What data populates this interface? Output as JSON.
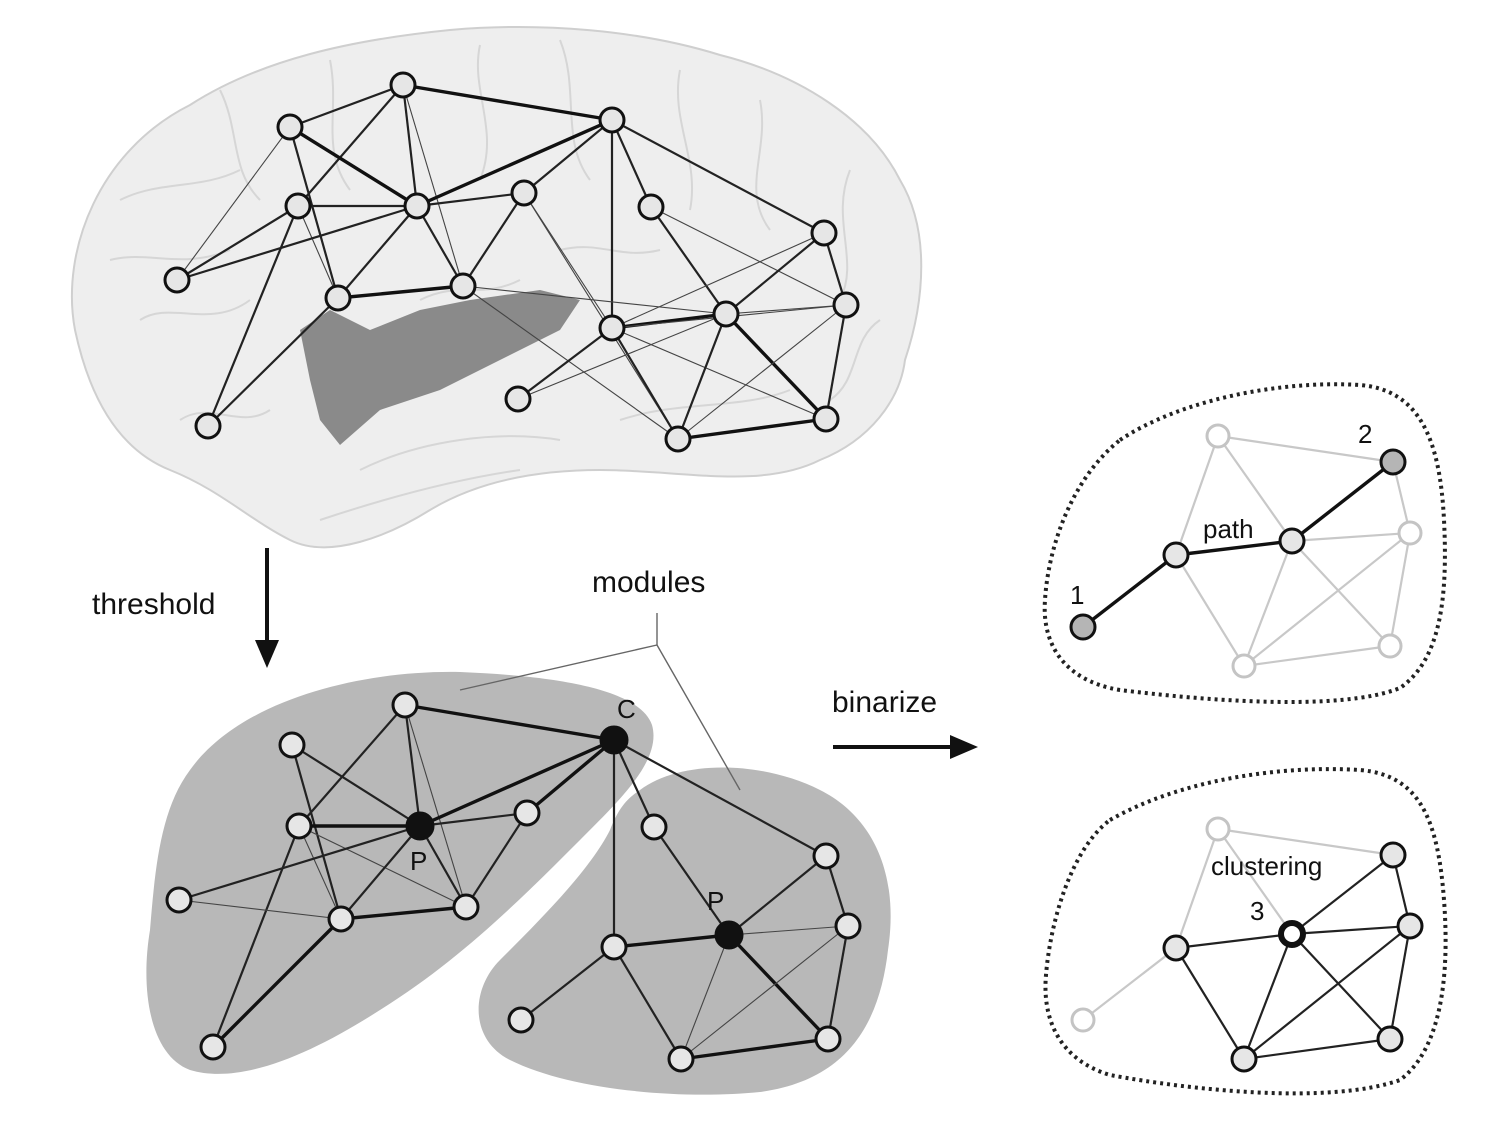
{
  "labels": {
    "threshold": "threshold",
    "modules": "modules",
    "binarize": "binarize",
    "path": "path",
    "clustering": "clustering",
    "hub_connector": "C",
    "hub_provincial_left": "P",
    "hub_provincial_right": "P",
    "path_node_start": "1",
    "path_node_end": "2",
    "clustering_node": "3"
  },
  "colors": {
    "module_fill": "#b8b8b8",
    "brain_surface": "#eeeeee",
    "sylvian_region": "#8a8a8a",
    "node_fill": "#e6e6e6",
    "hub_fill": "#111111",
    "faint_edge": "#c8c8c8"
  }
}
